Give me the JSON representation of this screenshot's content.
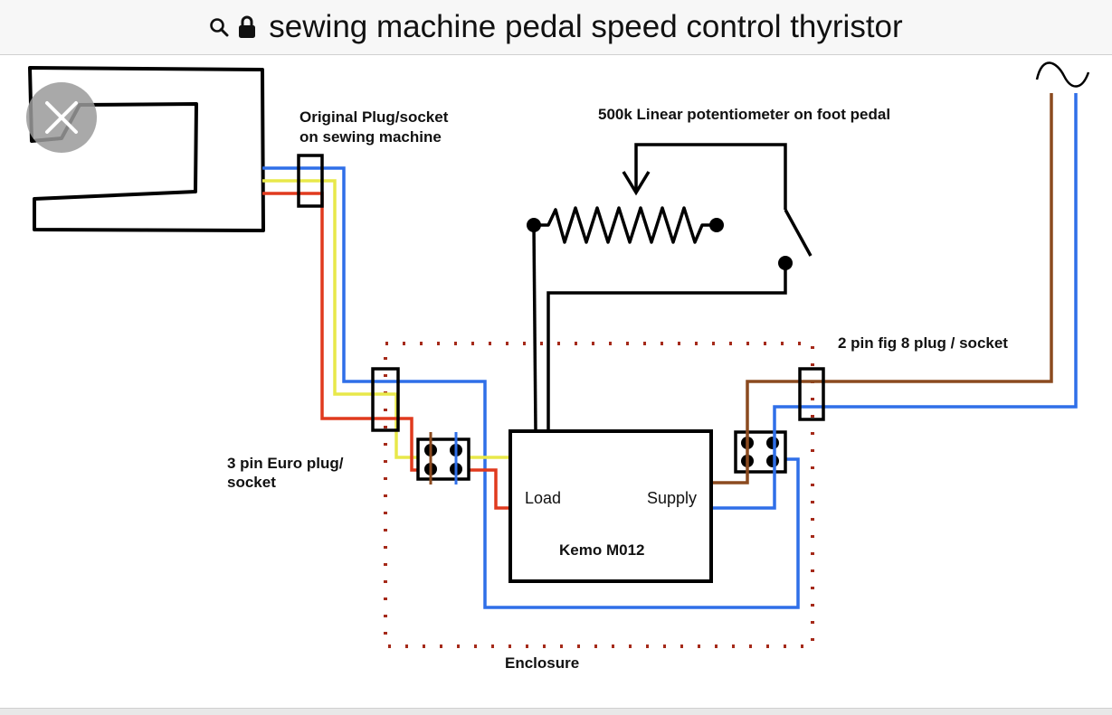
{
  "browser": {
    "url_text": "sewing machine pedal speed control thyristor",
    "search_icon": "search-icon",
    "lock_icon": "lock-icon"
  },
  "overlay": {
    "close_icon": "close-icon"
  },
  "diagram": {
    "labels": {
      "machine_plug": [
        "Original Plug/socket",
        "on sewing machine"
      ],
      "potentiometer": "500k Linear potentiometer on foot pedal",
      "fig8": "2 pin fig 8 plug / socket",
      "euro_plug": [
        "3 pin Euro plug/",
        "socket"
      ],
      "load": "Load",
      "supply": "Supply",
      "module": "Kemo M012",
      "enclosure": "Enclosure"
    },
    "colors": {
      "live_brown": "#8b4a1f",
      "neutral_blue": "#2f6fe8",
      "yellow": "#e8e84a",
      "red": "#e03a1e",
      "enclosure_dots": "#a52a1a",
      "outline": "#000000"
    },
    "ac_symbol": "ac-source-icon"
  }
}
